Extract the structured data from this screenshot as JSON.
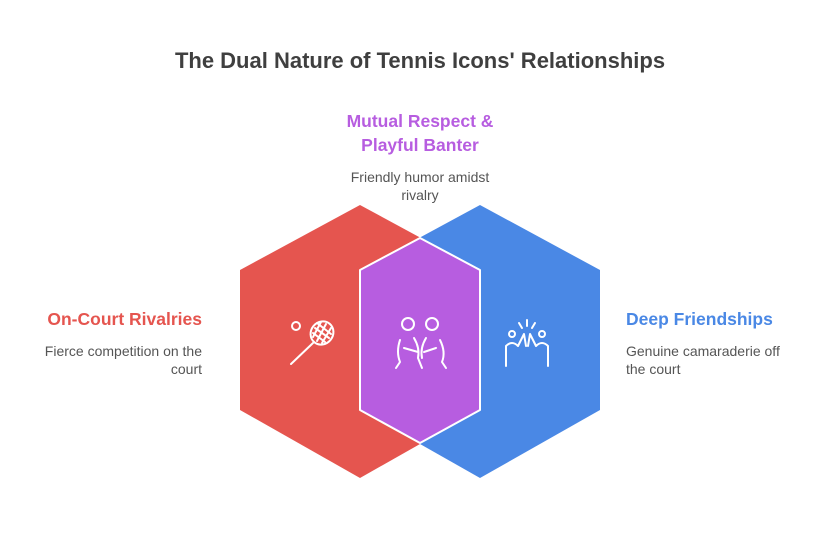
{
  "title": "The Dual Nature of Tennis Icons' Relationships",
  "colors": {
    "rivalry": "#e5554f",
    "overlap": "#b75de0",
    "friendship": "#4a88e5",
    "title": "#3f3f3f",
    "text": "#555555"
  },
  "sections": {
    "overlap": {
      "heading_lines": [
        "Mutual Respect &",
        "Playful Banter"
      ],
      "desc_lines": [
        "Friendly humor amidst",
        "rivalry"
      ],
      "icon": "two-people-icon"
    },
    "rivalry": {
      "heading": "On-Court Rivalries",
      "desc_lines": [
        "Fierce competition on the",
        "court"
      ],
      "icon": "tennis-racket-icon"
    },
    "friendship": {
      "heading": "Deep Friendships",
      "desc_lines": [
        "Genuine camaraderie off",
        "the court"
      ],
      "icon": "high-five-icon"
    }
  }
}
